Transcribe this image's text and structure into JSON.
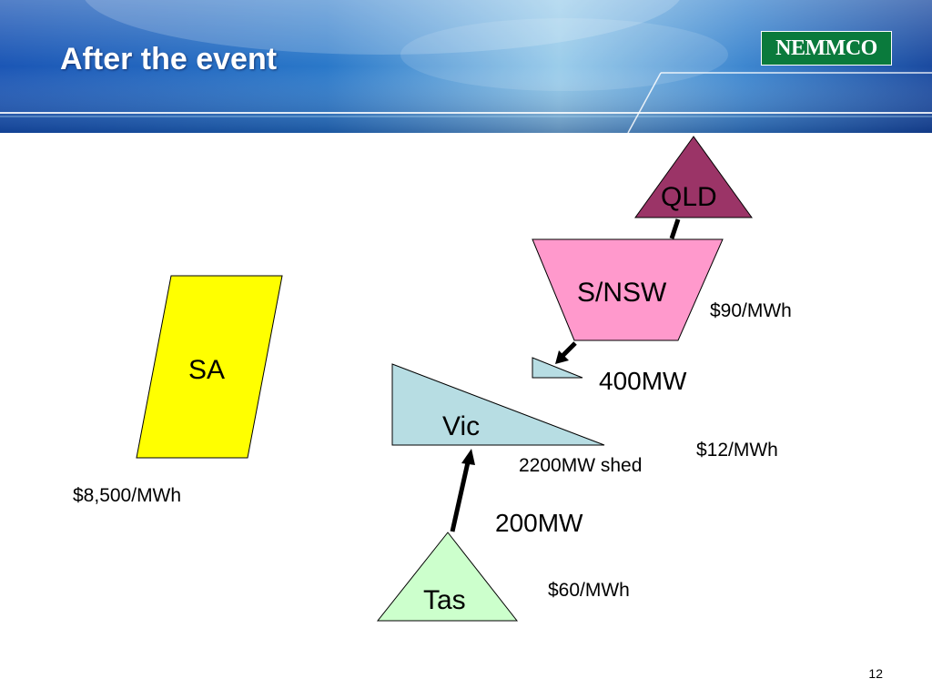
{
  "slide": {
    "title": "After the event",
    "logo_text": "NEMMCO",
    "page_number": "12"
  },
  "colors": {
    "header_blue": "#1a4fa8",
    "qld": "#9b3467",
    "nsw": "#ff99cc",
    "sa": "#ffff00",
    "vic": "#b7dde3",
    "tas": "#ccffcc",
    "logo_green": "#0a7a3c"
  },
  "regions": {
    "qld": "QLD",
    "nsw": "S/NSW",
    "sa": "SA",
    "vic": "Vic",
    "tas": "Tas"
  },
  "prices": {
    "nsw": "$90/MWh",
    "sa": "$8,500/MWh",
    "vic": "$12/MWh",
    "tas": "$60/MWh"
  },
  "flows": {
    "nsw_to_vic": "400MW",
    "tas_to_vic": "200MW"
  },
  "notes": {
    "vic_shed": "2200MW shed"
  }
}
